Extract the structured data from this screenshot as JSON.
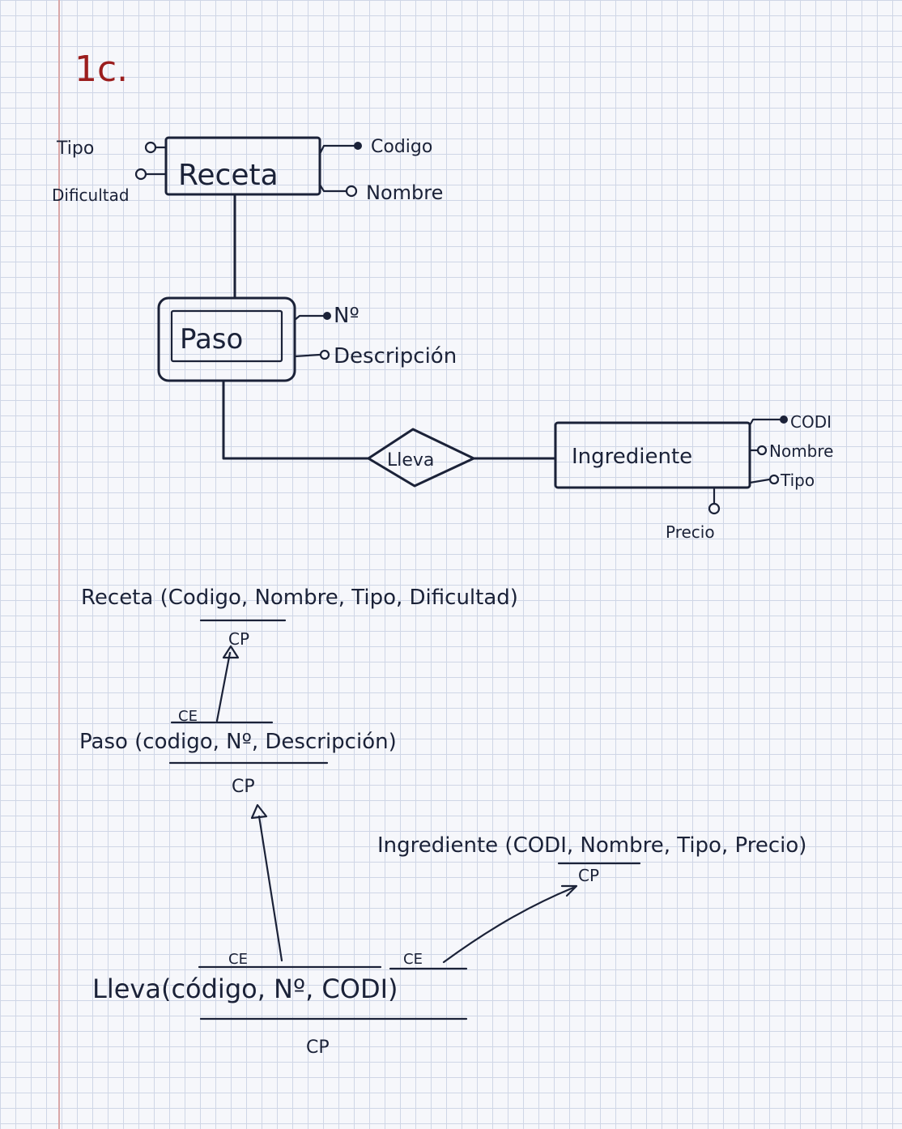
{
  "exercise_label": "1c.",
  "er_diagram": {
    "receta": {
      "name": "Receta",
      "attributes": {
        "tipo": "Tipo",
        "dificultad": "Dificultad",
        "codigo": "Codigo",
        "nombre": "Nombre"
      }
    },
    "paso": {
      "name": "Paso",
      "attributes": {
        "numero": "Nº",
        "descripcion": "Descripción"
      }
    },
    "relationship": {
      "name": "Lleva"
    },
    "ingrediente": {
      "name": "Ingrediente",
      "attributes": {
        "codi": "CODI",
        "nombre": "Nombre",
        "tipo": "Tipo",
        "precio": "Precio"
      }
    }
  },
  "relational_schema": {
    "receta": {
      "text": "Receta (Codigo, Nombre, Tipo, Dificultad)",
      "pk": "CP"
    },
    "paso": {
      "text": "Paso (codigo, Nº, Descripción)",
      "pk": "CP",
      "fk": "CE"
    },
    "ingrediente": {
      "text": "Ingrediente (CODI, Nombre, Tipo, Precio)",
      "pk": "CP"
    },
    "lleva": {
      "text": "Lleva(código, Nº, CODI)",
      "pk": "CP",
      "fk1": "CE",
      "fk2": "CE"
    }
  }
}
